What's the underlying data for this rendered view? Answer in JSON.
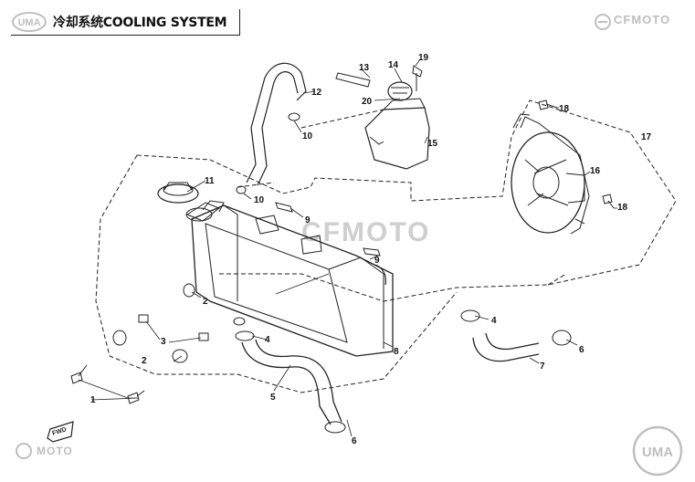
{
  "title": "冷却系统COOLING SYSTEM",
  "brand_top": "CFMOTO",
  "brand_bottom": "MOTO",
  "watermark": "CFMOTO",
  "logo_top_left": "UMA",
  "logo_bottom_right": "UMA",
  "fwd_label": "FWD",
  "callouts": {
    "c1": "1",
    "c2a": "2",
    "c2b": "2",
    "c3": "3",
    "c4a": "4",
    "c4b": "4",
    "c5": "5",
    "c6a": "6",
    "c6b": "6",
    "c7": "7",
    "c8": "8",
    "c9a": "9",
    "c9b": "9",
    "c10a": "10",
    "c10b": "10",
    "c11": "11",
    "c12": "12",
    "c13": "13",
    "c14": "14",
    "c15": "15",
    "c16": "16",
    "c17": "17",
    "c18a": "18",
    "c18b": "18",
    "c19": "19",
    "c20": "20"
  },
  "colors": {
    "line": "#222222",
    "logo_gray": "#bfbfbf",
    "watermark": "#cfcfcf"
  }
}
